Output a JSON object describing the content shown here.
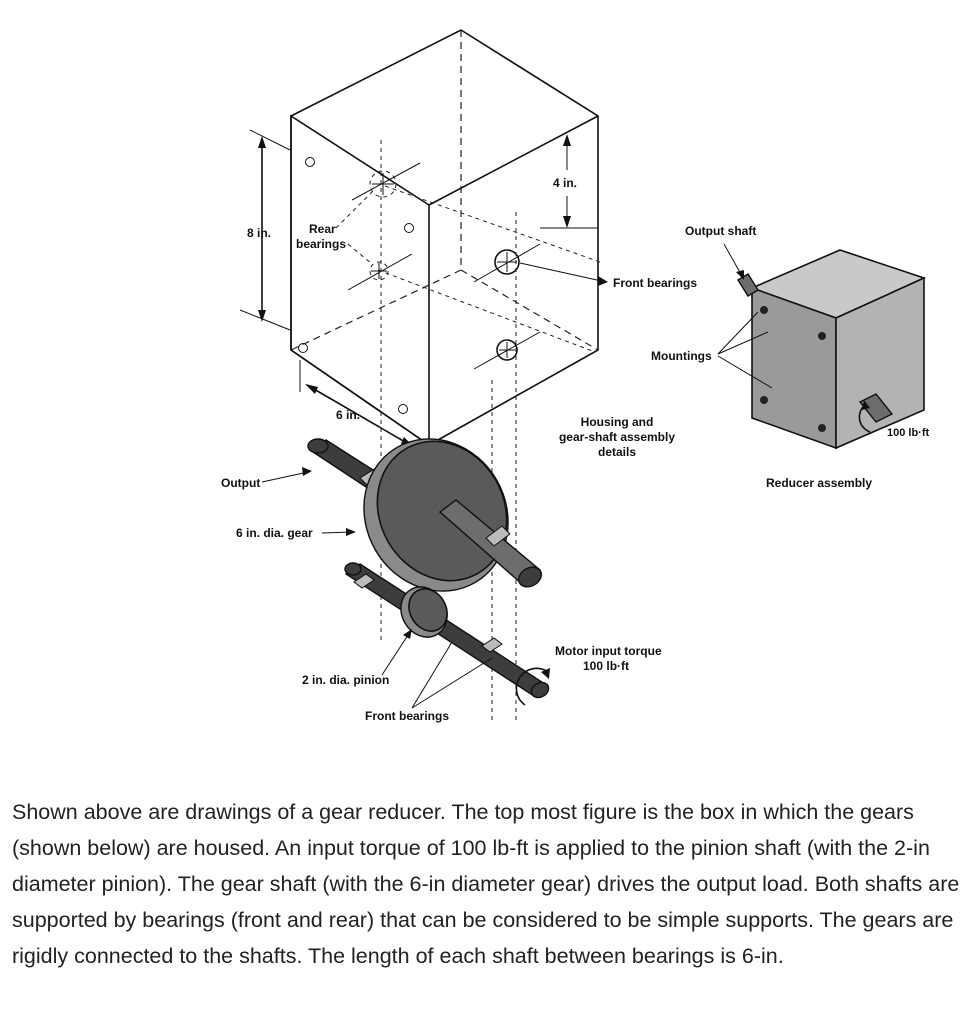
{
  "diagram": {
    "housing_labels": {
      "height": "8 in.",
      "depth": "4 in.",
      "width": "6 in.",
      "rear_bearings_line1": "Rear",
      "rear_bearings_line2": "bearings",
      "front_bearings": "Front bearings"
    },
    "gear_labels": {
      "output": "Output",
      "gear": "6 in. dia. gear",
      "pinion": "2 in. dia. pinion",
      "front_bearings": "Front bearings",
      "caption_line1": "Housing and",
      "caption_line2": "gear-shaft assembly",
      "caption_line3": "details",
      "motor_line1": "Motor input torque",
      "motor_line2": "100 lb·ft"
    },
    "reducer_labels": {
      "output_shaft": "Output shaft",
      "mountings": "Mountings",
      "torque": "100 lb·ft",
      "caption": "Reducer assembly"
    }
  },
  "problem_text": "Shown above are drawings of a gear reducer. The top most figure is the box in which the gears (shown below) are housed. An input torque of 100 lb-ft is applied to the pinion shaft (with the 2-in diameter pinion). The gear shaft (with the 6-in diameter gear) drives the output load. Both shafts are supported by bearings (front and rear) that can be considered to be simple supports. The gears are rigidly connected to the shafts. The length of each shaft between bearings is 6-in."
}
